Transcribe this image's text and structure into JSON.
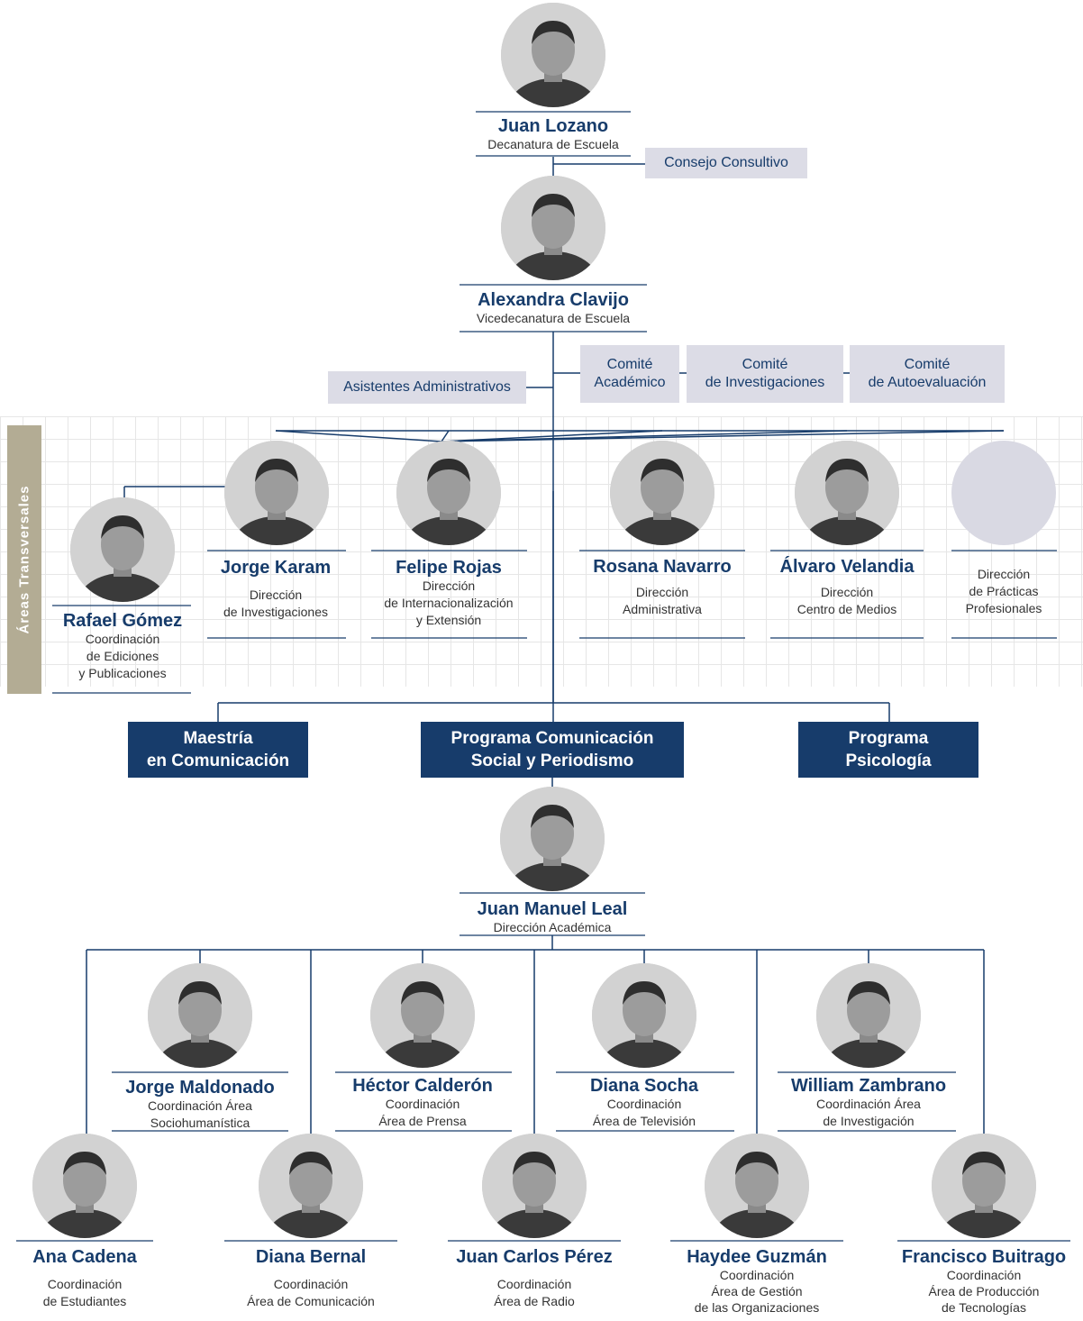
{
  "colors": {
    "navy": "#173c6b",
    "lavender": "#dcdce6",
    "sidebar": "#b3ac94",
    "grid": "#e6e6e6"
  },
  "people": {
    "p1": {
      "name": "Juan Lozano",
      "role": [
        "Decanatura de Escuela"
      ]
    },
    "p2": {
      "name": "Alexandra Clavijo",
      "role": [
        "Vicedecanatura de Escuela"
      ]
    },
    "p3": {
      "name": "Rafael Gómez",
      "role": [
        "Coordinación",
        "de Ediciones",
        "y Publicaciones"
      ]
    },
    "p4": {
      "name": "Jorge Karam",
      "role": [
        "Dirección",
        "de Investigaciones"
      ]
    },
    "p5": {
      "name": "Felipe Rojas",
      "role": [
        "Dirección",
        "de Internacionalización",
        "y Extensión"
      ]
    },
    "p6": {
      "name": "Rosana Navarro",
      "role": [
        "Dirección",
        "Administrativa"
      ]
    },
    "p7": {
      "name": "Álvaro Velandia",
      "role": [
        "Dirección",
        "Centro de Medios"
      ]
    },
    "p8": {
      "name": "",
      "role": [
        "Dirección",
        "de Prácticas",
        "Profesionales"
      ]
    },
    "p9": {
      "name": "Juan Manuel Leal",
      "role": [
        "Dirección Académica"
      ]
    },
    "p10": {
      "name": "Jorge Maldonado",
      "role": [
        "Coordinación Área",
        "Sociohumanística"
      ]
    },
    "p11": {
      "name": "Héctor Calderón",
      "role": [
        "Coordinación",
        "Área de Prensa"
      ]
    },
    "p12": {
      "name": "Diana Socha",
      "role": [
        "Coordinación",
        "Área de Televisión"
      ]
    },
    "p13": {
      "name": "William Zambrano",
      "role": [
        "Coordinación Área",
        "de Investigación"
      ]
    },
    "p14": {
      "name": "Ana Cadena",
      "role": [
        "Coordinación",
        "de Estudiantes"
      ]
    },
    "p15": {
      "name": "Diana Bernal",
      "role": [
        "Coordinación",
        "Área de Comunicación"
      ]
    },
    "p16": {
      "name": "Juan Carlos Pérez",
      "role": [
        "Coordinación",
        "Área de Radio"
      ]
    },
    "p17": {
      "name": "Haydee Guzmán",
      "role": [
        "Coordinación",
        "Área de Gestión",
        "de las Organizaciones"
      ]
    },
    "p18": {
      "name": "Francisco Buitrago",
      "role": [
        "Coordinación",
        "Área de Producción",
        "de Tecnologías"
      ]
    }
  },
  "boxes": {
    "consejo": [
      "Consejo Consultivo"
    ],
    "asistentes": [
      "Asistentes Administrativos"
    ],
    "comite_academico": [
      "Comité",
      "Académico"
    ],
    "comite_investigaciones": [
      "Comité",
      "de Investigaciones"
    ],
    "comite_autoevaluacion": [
      "Comité",
      "de Autoevaluación"
    ]
  },
  "programs": {
    "maestria": [
      "Maestría",
      "en Comunicación"
    ],
    "comunicacion": [
      "Programa Comunicación",
      "Social y Periodismo"
    ],
    "psicologia": [
      "Programa",
      "Psicología"
    ]
  },
  "sidebar_label": "Áreas Transversales"
}
